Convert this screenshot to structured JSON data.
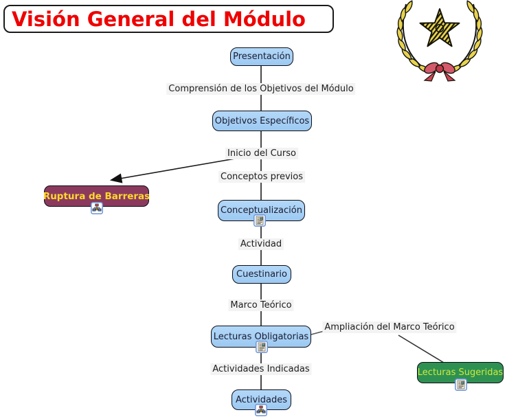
{
  "title": "Visión General del Módulo",
  "nodes": {
    "presentacion": "Presentación",
    "objetivos": "Objetivos Específicos",
    "ruptura": "Ruptura de Barreras",
    "conceptualizacion": "Conceptualización",
    "cuestinario": "Cuestinario",
    "lecturas_obligatorias": "Lecturas Obligatorias",
    "lecturas_sugeridas": "Lecturas Sugeridas",
    "actividades": "Actividades"
  },
  "links": {
    "comprension": "Comprensión de los Objetivos del Módulo",
    "inicio": "Inicio del Curso",
    "conceptos": "Conceptos previos",
    "actividad": "Actividad",
    "marco": "Marco Teórico",
    "ampliacion": "Ampliación del Marco Teórico",
    "actividades_indicadas": "Actividades Indicadas"
  },
  "icons": {
    "cmap": "cmap-icon",
    "resource": "resource-icon",
    "emblem": "laurel-star-emblem"
  },
  "colors": {
    "title_text": "#ee0000",
    "node_fill": "#a6cdf4",
    "node_border": "#0c0c14",
    "ruptura_fill": "#8b3a5e",
    "ruptura_text": "#ffd92b",
    "sugeridas_fill": "#2e9152",
    "sugeridas_text": "#cbea3c",
    "label_bg": "#f3f3f3",
    "line": "#1a1a1a",
    "wreath_gold": "#e9d34f",
    "ribbon_red": "#cc4455"
  }
}
